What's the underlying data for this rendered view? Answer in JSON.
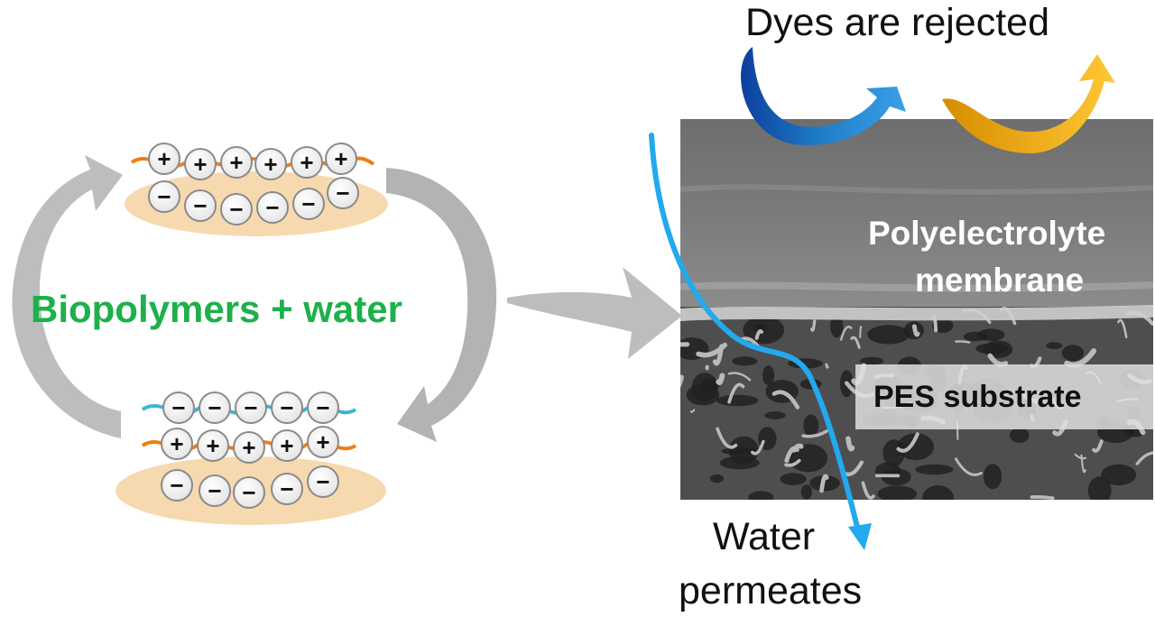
{
  "labels": {
    "dyes_rejected": "Dyes are rejected",
    "biopolymers_water": "Biopolymers + water",
    "polyelectrolyte_line1": "Polyelectrolyte",
    "polyelectrolyte_line2": "membrane",
    "pes_substrate": "PES substrate",
    "water_line1": "Water",
    "water_line2": "permeates"
  },
  "symbols": {
    "plus": "+",
    "minus": "−"
  },
  "colors": {
    "biopolymers_text": "#1db04b",
    "cationic_chain": "#f07d14",
    "anionic_chain": "#38b6d9",
    "substrate_disc": "#f7d9b0",
    "water_path": "#22a9ee",
    "dye_arrow_blue": "#1f7fc8",
    "dye_arrow_yellow": "#f2b20e",
    "cycle_arrow": "#b8b8b8"
  },
  "icons": [
    "cycle-arrow-icon",
    "process-arrow-icon",
    "dye-rejection-arrow-icon",
    "water-permeation-arrow-icon"
  ]
}
